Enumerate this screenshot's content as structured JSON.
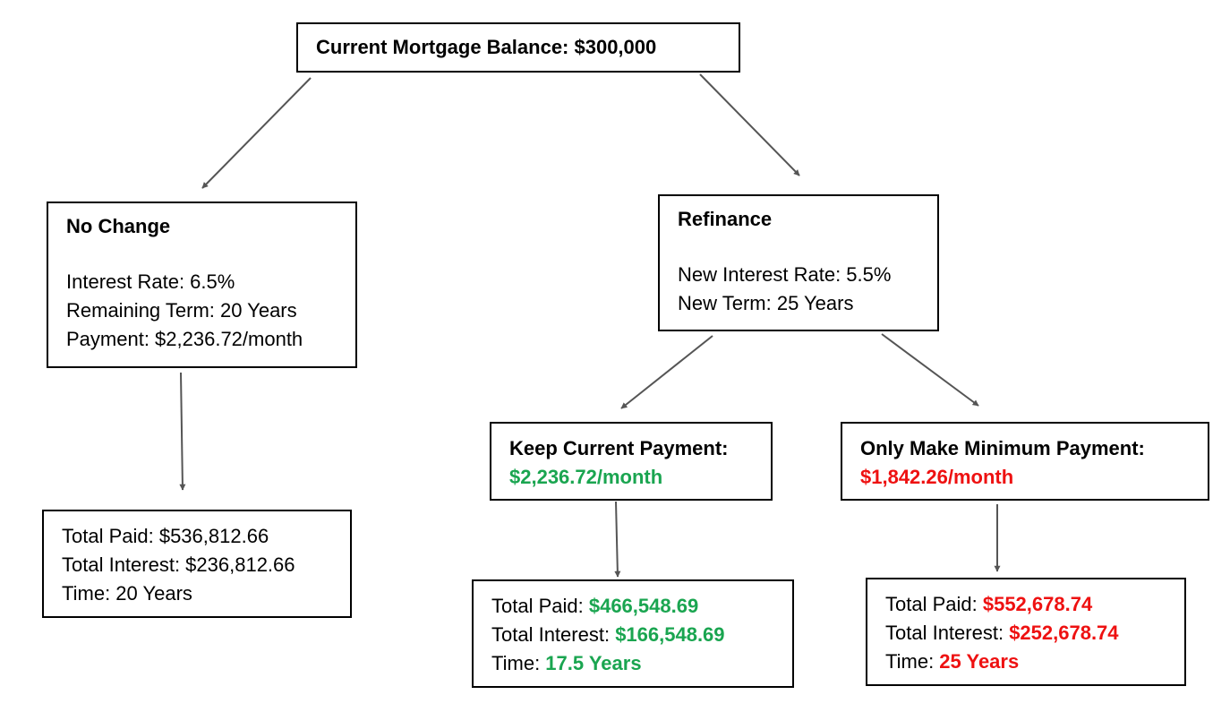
{
  "colors": {
    "positive": "#1aa550",
    "negative": "#ee1111",
    "arrow": "#555555"
  },
  "root": {
    "label": "Current Mortgage Balance: $300,000"
  },
  "no_change": {
    "title": "No Change",
    "rate": "Interest Rate: 6.5%",
    "term": "Remaining Term: 20 Years",
    "payment": "Payment: $2,236.72/month"
  },
  "no_change_result": {
    "total_paid": "Total Paid: $536,812.66",
    "total_interest": "Total Interest: $236,812.66",
    "time": "Time: 20 Years"
  },
  "refinance": {
    "title": "Refinance",
    "rate": "New Interest Rate: 5.5%",
    "term": "New Term: 25 Years"
  },
  "keep_payment": {
    "title": "Keep Current Payment:",
    "amount": "$2,236.72/month"
  },
  "keep_payment_result": {
    "total_paid_label": "Total Paid: ",
    "total_paid_value": "$466,548.69",
    "total_interest_label": "Total Interest: ",
    "total_interest_value": "$166,548.69",
    "time_label": "Time: ",
    "time_value": "17.5 Years"
  },
  "min_payment": {
    "title": "Only Make Minimum Payment:",
    "amount": "$1,842.26/month"
  },
  "min_payment_result": {
    "total_paid_label": "Total Paid: ",
    "total_paid_value": "$552,678.74",
    "total_interest_label": "Total Interest: ",
    "total_interest_value": "$252,678.74",
    "time_label": "Time: ",
    "time_value": "25 Years"
  }
}
